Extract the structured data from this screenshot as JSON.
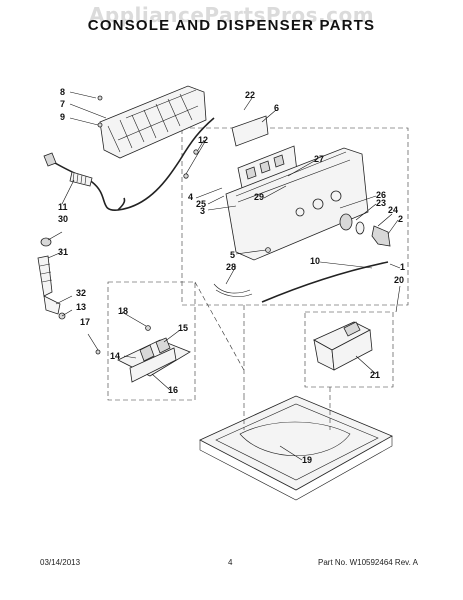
{
  "watermark": "AppliancePartsPros.com",
  "title": "CONSOLE AND DISPENSER PARTS",
  "footer": {
    "date": "03/14/2013",
    "page": "4",
    "part": "Part No. W10592464  Rev. A"
  },
  "callouts": [
    "1",
    "2",
    "3",
    "4",
    "5",
    "6",
    "7",
    "8",
    "9",
    "10",
    "11",
    "12",
    "13",
    "14",
    "15",
    "16",
    "17",
    "18",
    "19",
    "20",
    "21",
    "22",
    "23",
    "24",
    "25",
    "26",
    "27",
    "28",
    "29",
    "30",
    "31",
    "32"
  ]
}
